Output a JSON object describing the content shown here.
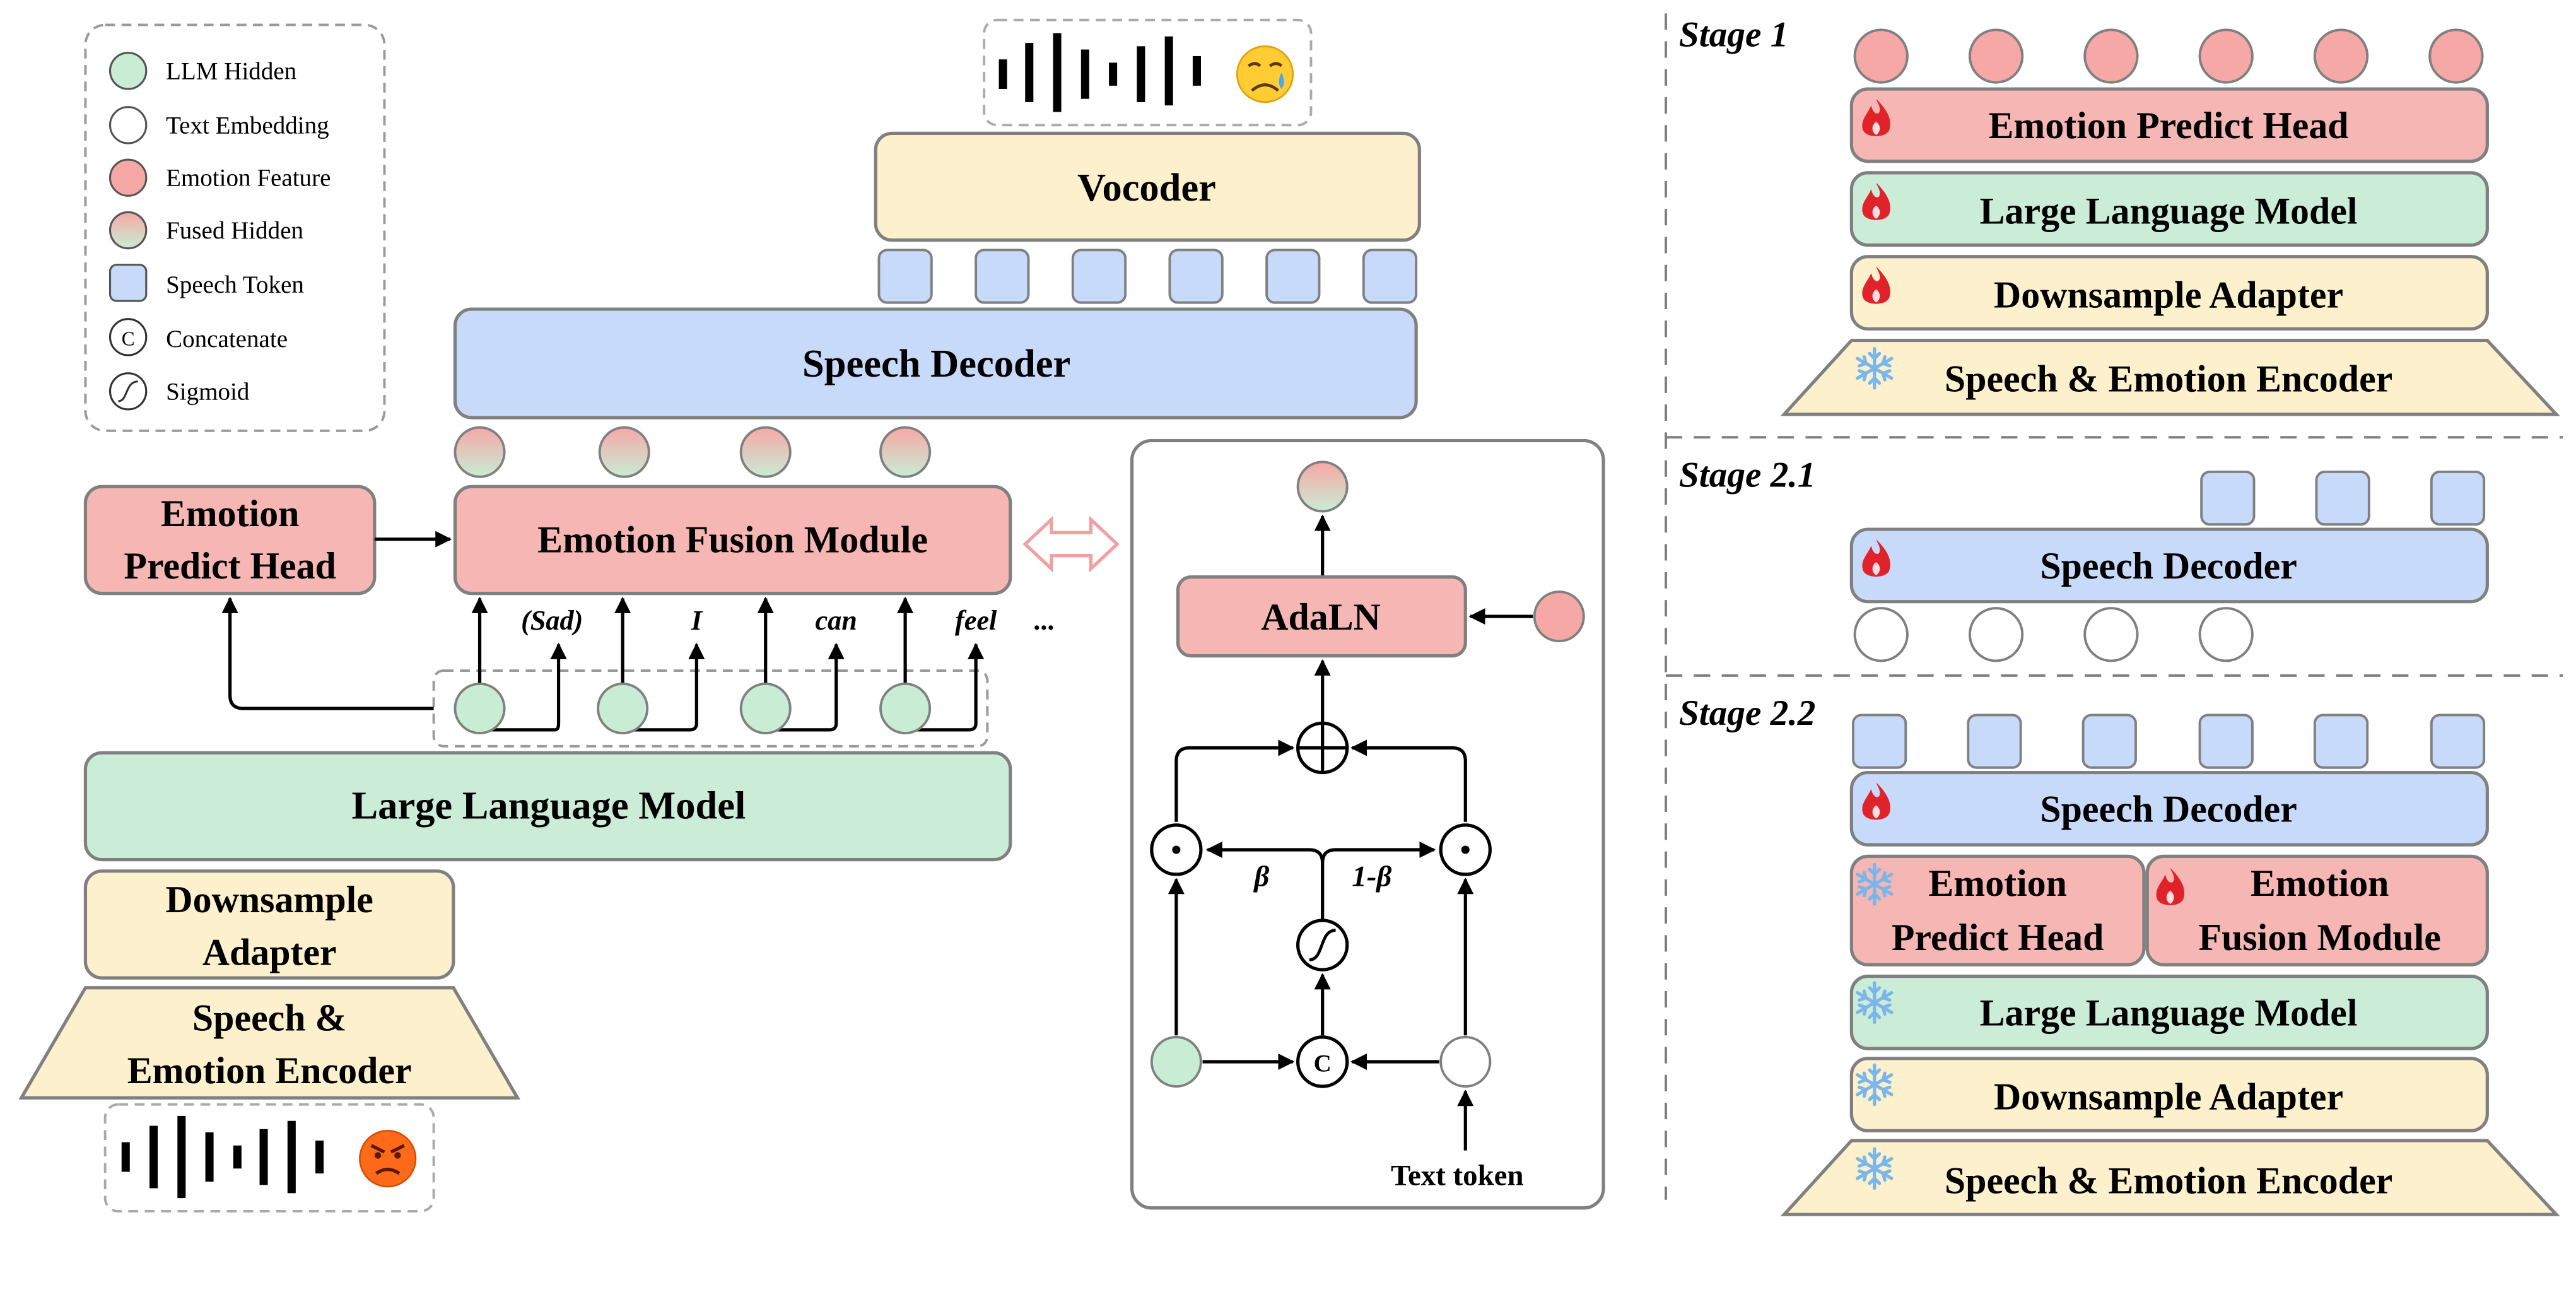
{
  "colors": {
    "llm_hidden": "#c9ecd4",
    "text_embedding": "#ffffff",
    "emotion_feature": "#f6a8a6",
    "speech_token": "#c8dafa",
    "decoder_fill": "#c8dafa",
    "adapter_fill": "#fdf0cc",
    "emotion_fill": "#f6b6b3",
    "llm_fill": "#cbecd7",
    "stroke": "#7f7f7f",
    "fire": "#e0232b",
    "snow": "#7ab6ea"
  },
  "legend": {
    "items": [
      {
        "icon": "llm-hidden",
        "label": "LLM Hidden"
      },
      {
        "icon": "text-embedding",
        "label": "Text Embedding"
      },
      {
        "icon": "emotion-feature",
        "label": "Emotion Feature"
      },
      {
        "icon": "fused-hidden",
        "label": "Fused Hidden"
      },
      {
        "icon": "speech-token",
        "label": "Speech Token"
      },
      {
        "icon": "concatenate",
        "label": "Concatenate"
      },
      {
        "icon": "sigmoid",
        "label": "Sigmoid"
      }
    ]
  },
  "main": {
    "vocoder": "Vocoder",
    "speech_decoder": "Speech Decoder",
    "emotion_predict_head_l1": "Emotion",
    "emotion_predict_head_l2": "Predict Head",
    "emotion_fusion_module": "Emotion Fusion Module",
    "llm": "Large Language Model",
    "adapter_l1": "Downsample",
    "adapter_l2": "Adapter",
    "encoder_l1": "Speech &",
    "encoder_l2": "Emotion Encoder",
    "tokens": [
      "(Sad)",
      "I",
      "can",
      "feel",
      "..."
    ]
  },
  "fusion": {
    "adaln": "AdaLN",
    "beta": "β",
    "one_minus_beta": "1-β",
    "concat_symbol": "C",
    "text_token": "Text token"
  },
  "stages": {
    "stage1": {
      "title": "Stage 1",
      "emotion_predict_head": "Emotion Predict Head",
      "llm": "Large Language Model",
      "adapter": "Downsample Adapter",
      "encoder": "Speech & Emotion Encoder"
    },
    "stage21": {
      "title": "Stage 2.1",
      "speech_decoder": "Speech Decoder"
    },
    "stage22": {
      "title": "Stage 2.2",
      "speech_decoder": "Speech Decoder",
      "eph_l1": "Emotion",
      "eph_l2": "Predict Head",
      "efm_l1": "Emotion",
      "efm_l2": "Fusion Module",
      "llm": "Large Language Model",
      "adapter": "Downsample Adapter",
      "encoder": "Speech & Emotion Encoder"
    }
  }
}
